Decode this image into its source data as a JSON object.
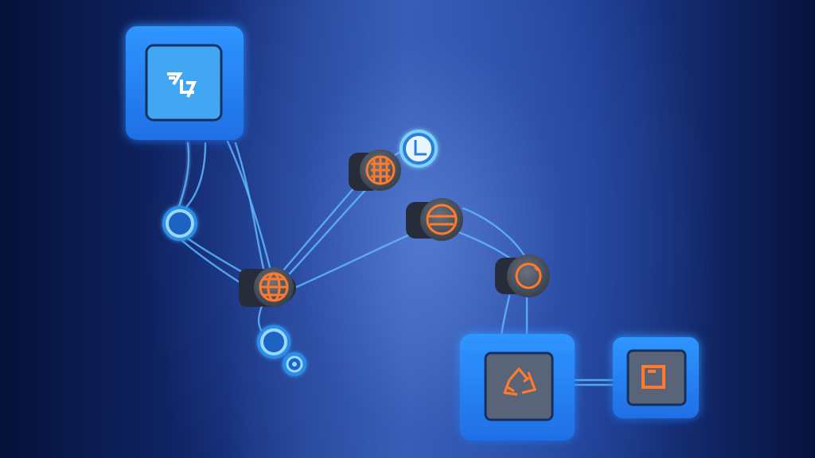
{
  "colors": {
    "background": "#1a3379",
    "node_frame": "#2f8cff",
    "node_inner_blue": "#43a6f2",
    "node_inner_gray": "#5a6478",
    "icon_orange": "#ff7a2b",
    "edge": "#5fb6ff",
    "ring": "#7fd0ff"
  },
  "diagram": {
    "nodes": [
      {
        "id": "source-block",
        "kind": "block",
        "icon": "shuffle-glyph-icon",
        "tone": "blue"
      },
      {
        "id": "ring-left",
        "kind": "ring"
      },
      {
        "id": "globe-hub",
        "kind": "puck",
        "icon": "globe-icon"
      },
      {
        "id": "grid-hub",
        "kind": "puck",
        "icon": "grid-icon"
      },
      {
        "id": "clock-ring",
        "kind": "ring",
        "icon": "clock-icon"
      },
      {
        "id": "window-hub",
        "kind": "puck",
        "icon": "window-icon"
      },
      {
        "id": "lens-hub",
        "kind": "puck",
        "icon": "circle-icon"
      },
      {
        "id": "ring-bottom",
        "kind": "ring"
      },
      {
        "id": "dot-ring",
        "kind": "ring"
      },
      {
        "id": "recycle-block",
        "kind": "block",
        "icon": "recycle-icon",
        "tone": "gray"
      },
      {
        "id": "frame-block",
        "kind": "block",
        "icon": "square-frame-icon",
        "tone": "gray"
      }
    ],
    "edges": [
      {
        "from": "source-block",
        "to": "ring-left"
      },
      {
        "from": "source-block",
        "to": "globe-hub"
      },
      {
        "from": "source-block",
        "to": "globe-hub"
      },
      {
        "from": "ring-left",
        "to": "globe-hub"
      },
      {
        "from": "globe-hub",
        "to": "grid-hub"
      },
      {
        "from": "globe-hub",
        "to": "grid-hub"
      },
      {
        "from": "globe-hub",
        "to": "window-hub"
      },
      {
        "from": "globe-hub",
        "to": "ring-bottom"
      },
      {
        "from": "window-hub",
        "to": "lens-hub"
      },
      {
        "from": "window-hub",
        "to": "lens-hub"
      },
      {
        "from": "lens-hub",
        "to": "recycle-block"
      },
      {
        "from": "lens-hub",
        "to": "recycle-block"
      },
      {
        "from": "recycle-block",
        "to": "frame-block"
      }
    ]
  }
}
